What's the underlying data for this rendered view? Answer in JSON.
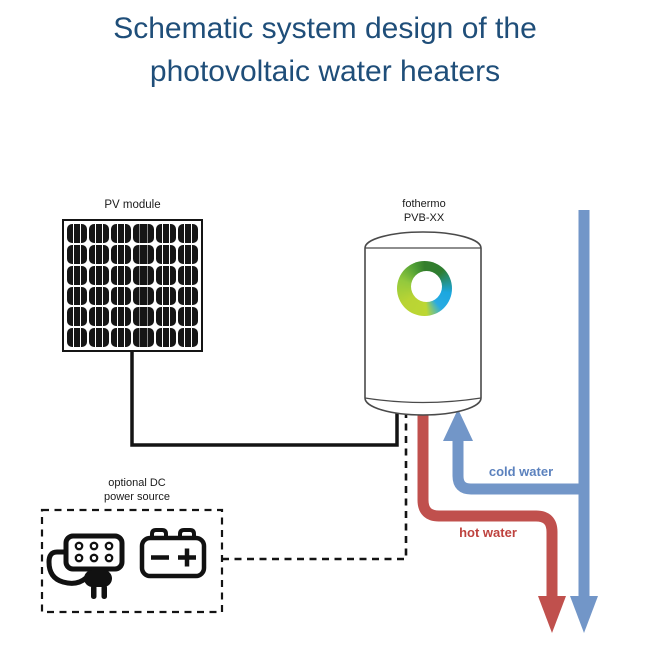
{
  "title": {
    "line1": "Schematic system design of the",
    "line2": "photovoltaic water heaters",
    "color": "#1F4E79"
  },
  "pv_module": {
    "label": "PV module",
    "rows": 6,
    "cols": 6,
    "cell_color": "#151515"
  },
  "heater": {
    "brand": "fothermo",
    "model": "PVB-XX",
    "logo_colors": {
      "dark_green": "#2e7d31",
      "blue": "#29abe2",
      "lime": "#b9d434"
    }
  },
  "dc_source": {
    "label_line1": "optional DC",
    "label_line2": "power source"
  },
  "pipes": {
    "cold": {
      "label": "cold water",
      "color": "#7296C8",
      "label_color": "#5C82BE"
    },
    "hot": {
      "label": "hot water",
      "color": "#C0504D",
      "label_color": "#BE423E"
    }
  },
  "wires": {
    "solid_color": "#141414",
    "dashed_color": "#141414"
  }
}
